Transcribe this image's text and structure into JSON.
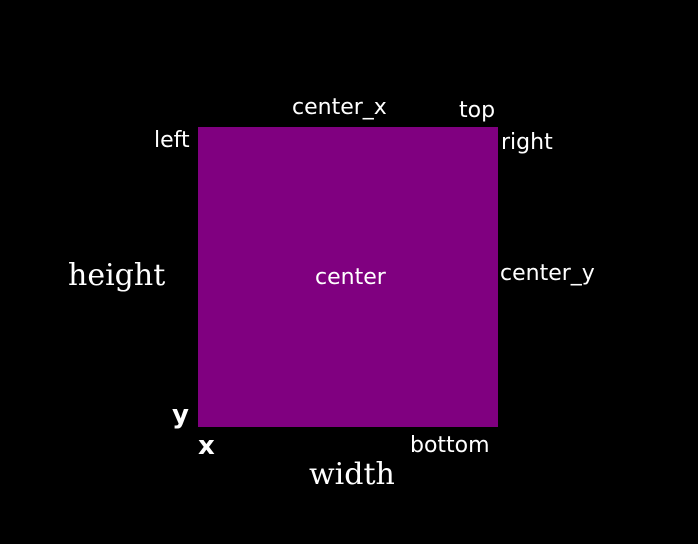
{
  "colors": {
    "background": "#000000",
    "rect_fill": "#800080",
    "text": "#ffffff"
  },
  "labels": {
    "center_x": "center_x",
    "top": "top",
    "left": "left",
    "right": "right",
    "height": "height",
    "center": "center",
    "center_y": "center_y",
    "y": "y",
    "x": "x",
    "bottom": "bottom",
    "width": "width"
  }
}
